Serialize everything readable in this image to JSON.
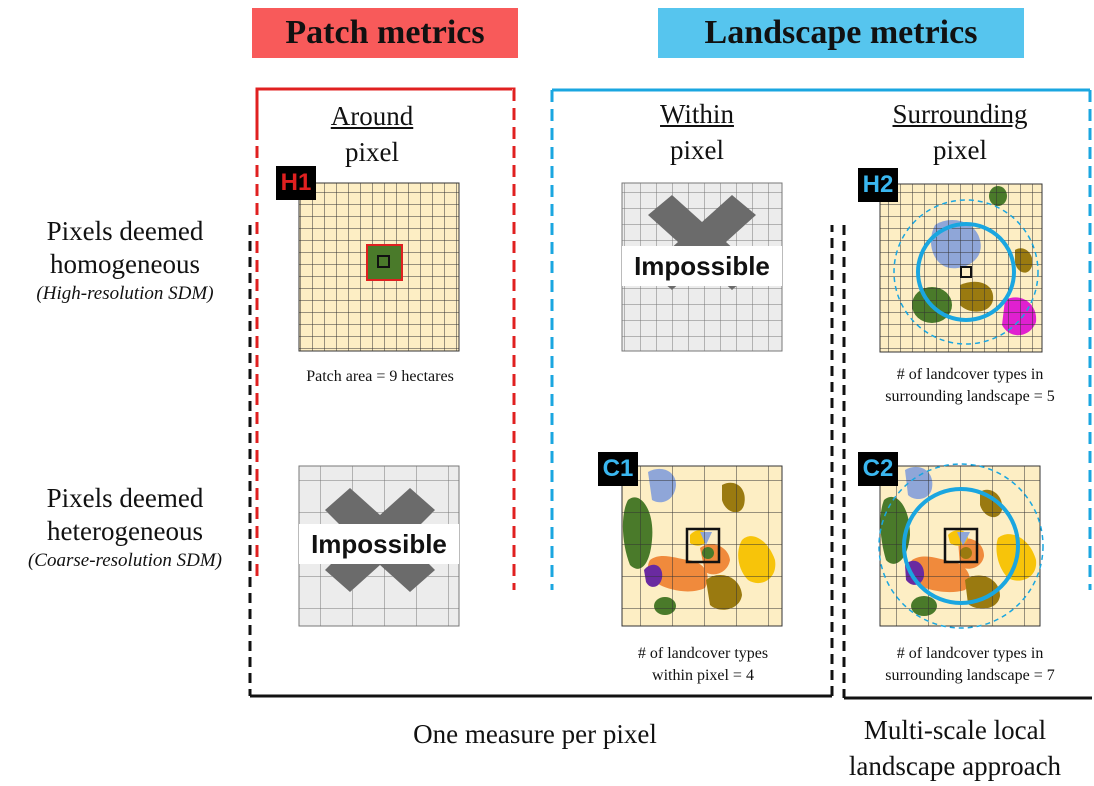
{
  "headers": {
    "patch": "Patch metrics",
    "landscape": "Landscape metrics"
  },
  "columns": {
    "around": {
      "underlined": "Around",
      "rest": "pixel"
    },
    "within": {
      "underlined": "Within",
      "rest": "pixel"
    },
    "surrounding": {
      "underlined": "Surrounding",
      "rest": "pixel"
    }
  },
  "rows": {
    "homogeneous": {
      "line1": "Pixels deemed",
      "line2": "homogeneous",
      "sub": "(High-resolution SDM)"
    },
    "heterogeneous": {
      "line1": "Pixels deemed",
      "line2": "heterogeneous",
      "sub": "(Coarse-resolution SDM)"
    }
  },
  "tags": {
    "h1": "H1",
    "h2": "H2",
    "c1": "C1",
    "c2": "C2"
  },
  "impossible_label": "Impossible",
  "captions": {
    "h1": "Patch area = 9 hectares",
    "h2_line1": "# of landcover types in",
    "h2_line2": "surrounding landscape = 5",
    "c1_line1": "# of landcover types",
    "c1_line2": "within pixel = 4",
    "c2_line1": "# of landcover types in",
    "c2_line2": "surrounding landscape = 7"
  },
  "bottom": {
    "left": "One measure per pixel",
    "right_line1": "Multi-scale local",
    "right_line2": "landscape approach"
  },
  "colors": {
    "patch_red": "#f85a5a",
    "landscape_blue": "#56c5ee",
    "grid_fill": "#fdeec4",
    "gray_fill": "#ececec",
    "cross": "#6b6b6b",
    "forest_green": "#4a7a2a",
    "light_blue": "#8fa6d8",
    "olive_brown": "#9a7a10",
    "yellow": "#f7c40a",
    "orange": "#f08a3c",
    "purple": "#6a2aa0",
    "magenta": "#e020d0",
    "circle_blue": "#1aa6e0"
  }
}
